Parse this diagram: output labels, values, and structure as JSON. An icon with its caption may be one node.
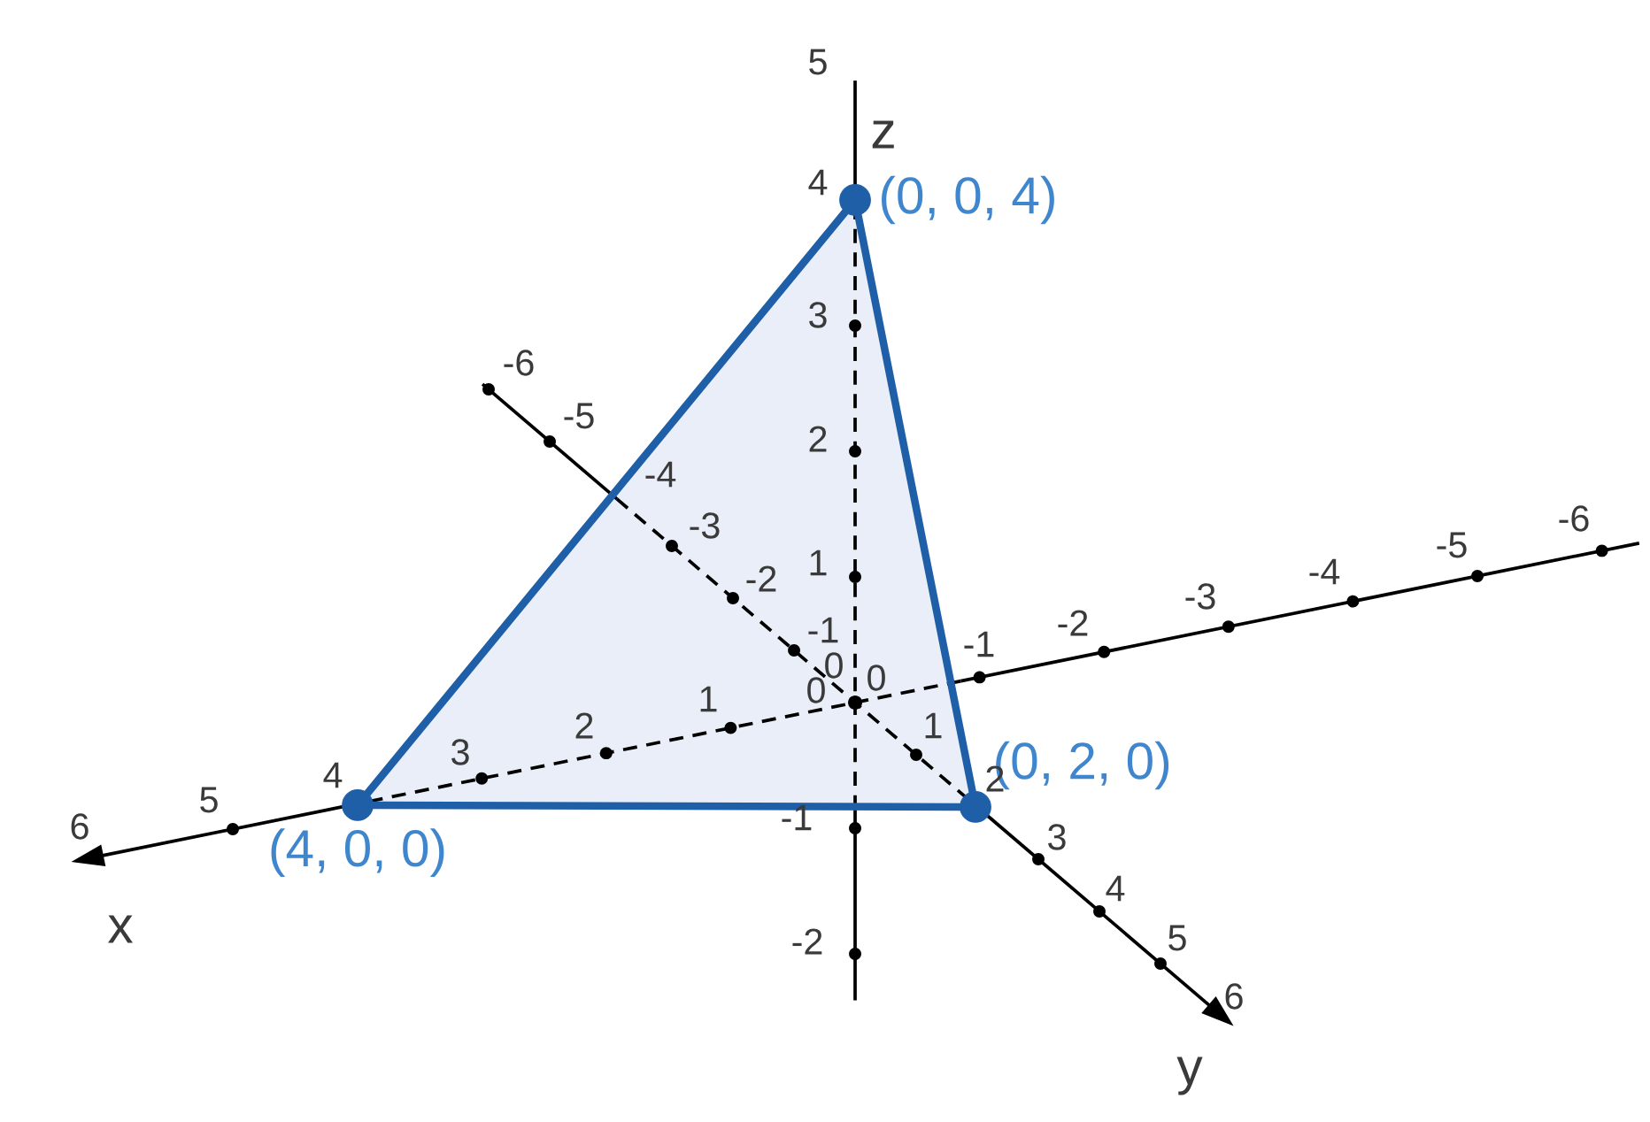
{
  "diagram": {
    "nodes": [
      {
        "text": [
          "(0, 0, 4)"
        ]
      },
      {
        "text": [
          "(4, 0, 0)"
        ]
      },
      {
        "text": [
          "(0, 2, 0)"
        ]
      }
    ],
    "edges": [
      {
        "from": 0,
        "to": 1,
        "arrow": "none"
      },
      {
        "from": 1,
        "to": 2,
        "arrow": "none"
      },
      {
        "from": 2,
        "to": 0,
        "arrow": "none"
      }
    ],
    "labels": [
      "z",
      "x",
      "y",
      "5",
      "4",
      "3",
      "2",
      "1",
      "0",
      "-1",
      "-2",
      "6",
      "5",
      "4",
      "3",
      "2",
      "1",
      "0",
      "-1",
      "-2",
      "-3",
      "-4",
      "-5",
      "-6",
      "-6",
      "-5",
      "-4",
      "-3",
      "-2",
      "-1",
      "0",
      "1",
      "2",
      "3",
      "4",
      "5",
      "6"
    ]
  }
}
